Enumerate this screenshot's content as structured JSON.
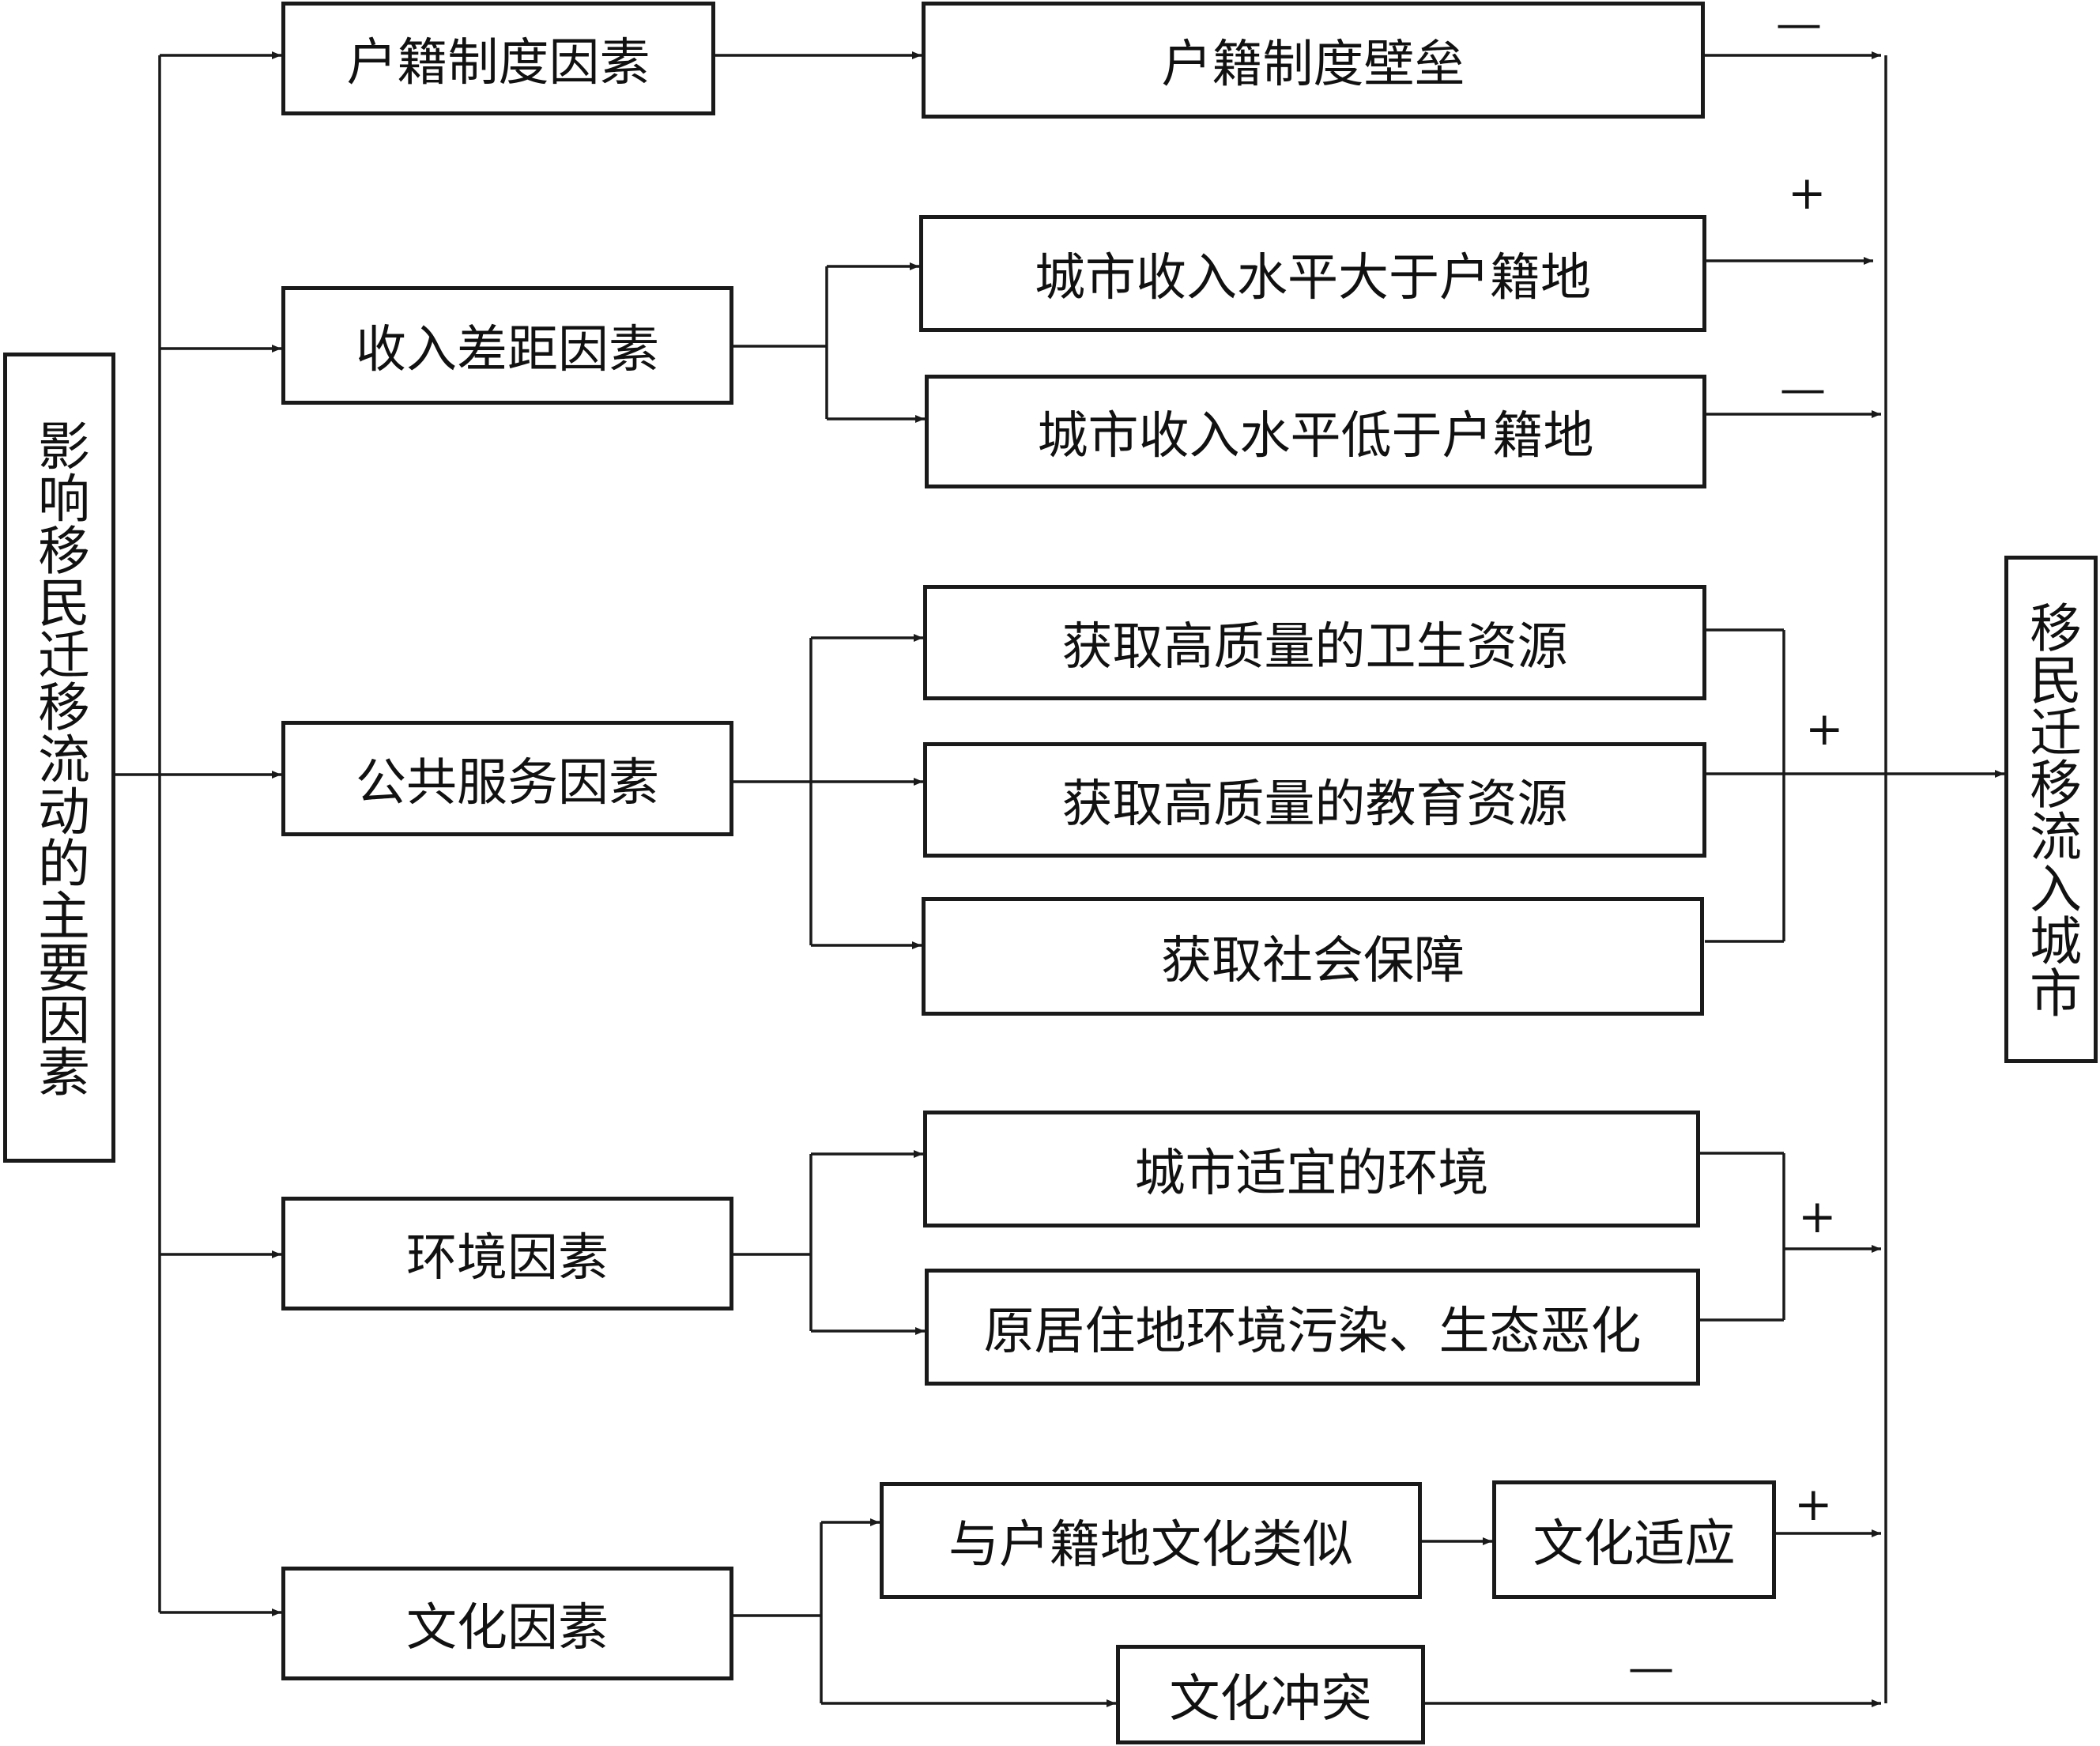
{
  "source": {
    "label": "影响移民迁移流动的主要因素"
  },
  "target": {
    "label": "移民迁移流入城市"
  },
  "factors": [
    {
      "label": "户籍制度因素"
    },
    {
      "label": "收入差距因素"
    },
    {
      "label": "公共服务因素"
    },
    {
      "label": "环境因素"
    },
    {
      "label": "文化因素"
    }
  ],
  "effects": {
    "hukou_barrier": "户籍制度壁垒",
    "income_higher": "城市收入水平大于户籍地",
    "income_lower": "城市收入水平低于户籍地",
    "health": "获取高质量的卫生资源",
    "education": "获取高质量的教育资源",
    "social_security": "获取社会保障",
    "city_environment": "城市适宜的环境",
    "origin_pollution": "原居住地环境污染、生态恶化",
    "culture_similar": "与户籍地文化类似",
    "culture_adapt": "文化适应",
    "culture_conflict": "文化冲突"
  },
  "signs": {
    "hukou": "—",
    "income_higher": "+",
    "income_lower": "—",
    "public_service": "+",
    "environment": "+",
    "culture_adapt": "+",
    "culture_conflict": "—"
  },
  "colors": {
    "line": "#1a1a1a",
    "text": "#111111",
    "background": "#ffffff"
  }
}
